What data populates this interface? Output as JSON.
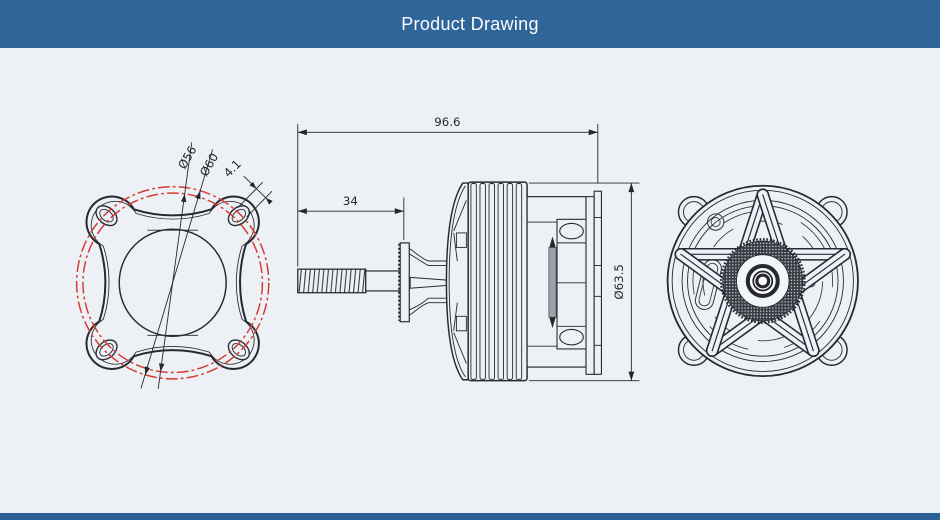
{
  "title_bar": {
    "title": "Product Drawing"
  },
  "colors": {
    "accent_bar": "#30659A",
    "footer_bar": "#2D6096",
    "canvas_background": "#EDF1F6",
    "drawing_line": "#262A30",
    "bolt_circle_red": "#D6382D",
    "title_text": "#FAFCFE"
  },
  "views": {
    "front": {
      "label": "front-flange-view",
      "dims": {
        "bolt_circle_inner": "Ø56",
        "bolt_circle_outer": "Ø60",
        "mount_hole_width": "4.1"
      }
    },
    "side": {
      "label": "side-profile-view",
      "dims": {
        "overall_length": "96.6",
        "shaft_length": "34",
        "body_diameter": "Ø63.5"
      }
    },
    "rear": {
      "label": "rear-spoke-view"
    }
  }
}
